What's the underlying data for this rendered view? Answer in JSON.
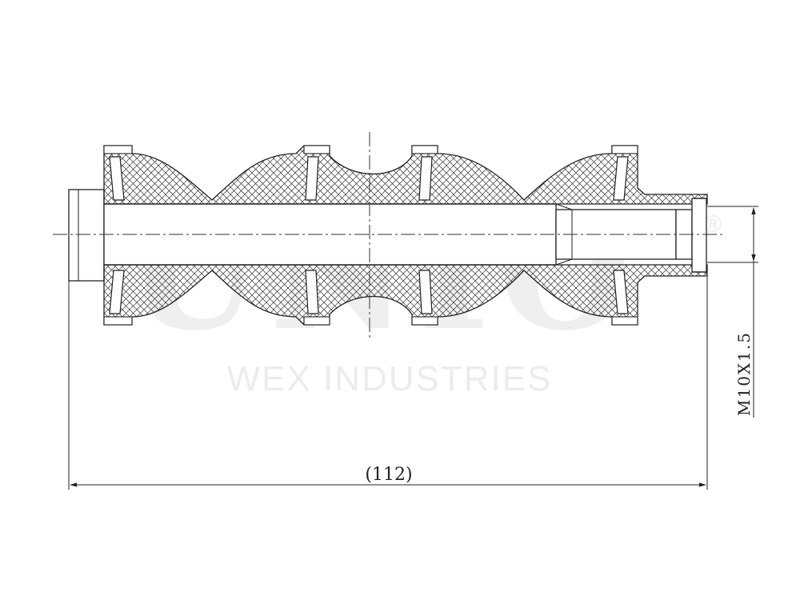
{
  "watermark": {
    "brand": "UNIO",
    "registered_mark": "®",
    "company": "WEX INDUSTRIES"
  },
  "dimensions": {
    "overall_length": "(112)",
    "thread_spec": "M10X1.5"
  }
}
